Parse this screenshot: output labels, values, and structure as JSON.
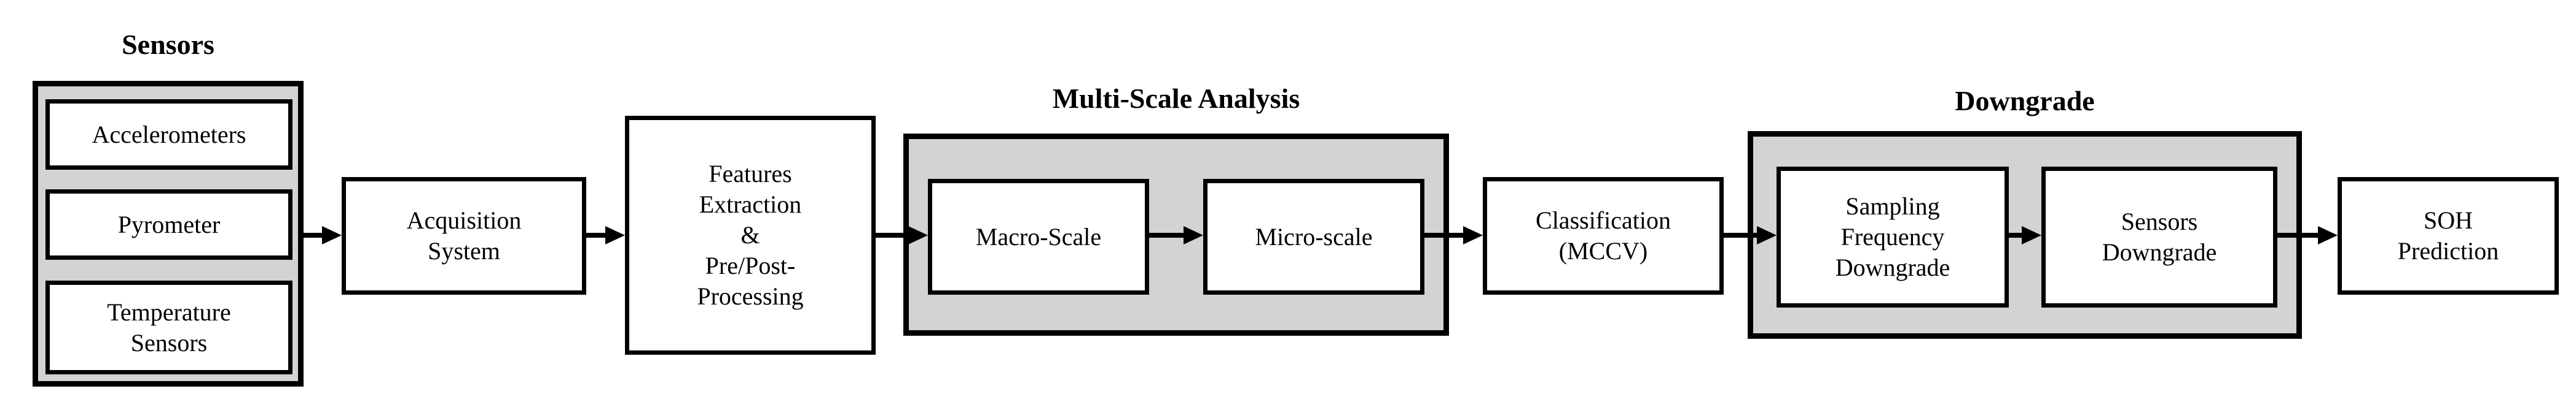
{
  "colors": {
    "background": "#ffffff",
    "group_fill": "#d3d3d3",
    "box_fill": "#ffffff",
    "line": "#000000"
  },
  "groups": {
    "sensors": {
      "title": "Sensors"
    },
    "multiscale": {
      "title": "Multi-Scale Analysis"
    },
    "downgrade": {
      "title": "Downgrade"
    }
  },
  "nodes": {
    "accelerometers": {
      "lines": [
        "Accelerometers"
      ]
    },
    "pyrometer": {
      "lines": [
        "Pyrometer"
      ]
    },
    "temperature_sensors": {
      "lines": [
        "Temperature",
        "Sensors"
      ]
    },
    "acquisition_system": {
      "lines": [
        "Acquisition",
        "System"
      ]
    },
    "features_extraction": {
      "lines": [
        "Features",
        "Extraction",
        "&",
        "Pre/Post-",
        "Processing"
      ]
    },
    "macro_scale": {
      "lines": [
        "Macro-Scale"
      ]
    },
    "micro_scale": {
      "lines": [
        "Micro-scale"
      ]
    },
    "classification": {
      "lines": [
        "Classification",
        "(MCCV)"
      ]
    },
    "sampling_frequency_downgrade": {
      "lines": [
        "Sampling",
        "Frequency",
        "Downgrade"
      ]
    },
    "sensors_downgrade": {
      "lines": [
        "Sensors",
        "Downgrade"
      ]
    },
    "soh_prediction": {
      "lines": [
        "SOH",
        "Prediction"
      ]
    }
  }
}
